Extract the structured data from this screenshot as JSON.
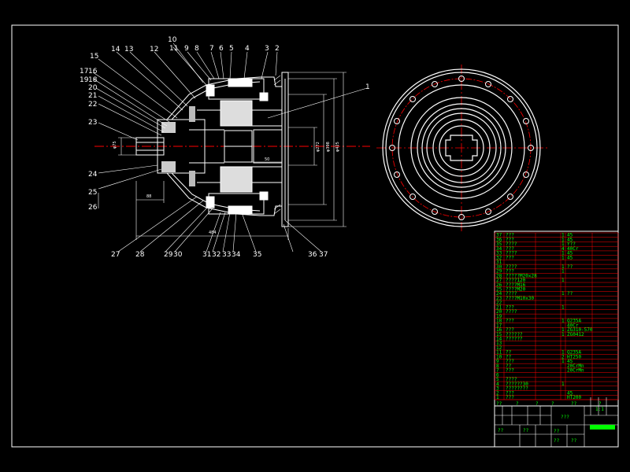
{
  "callouts": [
    "1",
    "2",
    "3",
    "4",
    "5",
    "6",
    "7",
    "8",
    "9",
    "10",
    "11",
    "12",
    "13",
    "14",
    "15",
    "16",
    "17",
    "18",
    "19",
    "20",
    "21",
    "22",
    "23",
    "24",
    "25",
    "26",
    "27",
    "28",
    "29",
    "30",
    "31",
    "32",
    "33",
    "34",
    "35",
    "36",
    "37"
  ],
  "dims": {
    "d1": "φ75",
    "d2": "φ272",
    "d3": "φ398",
    "d4": "φ425",
    "len_total": "484",
    "len_short": "88",
    "len_mid": "50"
  },
  "bom_rows": [
    {
      "no": "37",
      "name": "???",
      "qty": "1",
      "mat": "45"
    },
    {
      "no": "36",
      "name": "???",
      "qty": "1",
      "mat": "45"
    },
    {
      "no": "35",
      "name": "????",
      "qty": "1",
      "mat": "Y??"
    },
    {
      "no": "34",
      "name": "???",
      "qty": "4",
      "mat": "40Cr"
    },
    {
      "no": "33",
      "name": "????",
      "qty": "1",
      "mat": "45"
    },
    {
      "no": "32",
      "name": "???",
      "qty": "1",
      "mat": "45"
    },
    {
      "no": "31",
      "name": "",
      "qty": "",
      "mat": ""
    },
    {
      "no": "30",
      "name": "????",
      "qty": "1",
      "mat": "??"
    },
    {
      "no": "29",
      "name": "???",
      "qty": "1",
      "mat": ""
    },
    {
      "no": "28",
      "name": "?????M20x28",
      "qty": "",
      "mat": ""
    },
    {
      "no": "27",
      "name": "????120",
      "qty": "1",
      "mat": ""
    },
    {
      "no": "26",
      "name": "????M16",
      "qty": "",
      "mat": ""
    },
    {
      "no": "25",
      "name": "????M20",
      "qty": "",
      "mat": ""
    },
    {
      "no": "24",
      "name": "????",
      "qty": "1",
      "mat": "??"
    },
    {
      "no": "23",
      "name": "????M10x30",
      "qty": "",
      "mat": ""
    },
    {
      "no": "22",
      "name": "",
      "qty": "",
      "mat": ""
    },
    {
      "no": "21",
      "name": "???",
      "qty": "1",
      "mat": ""
    },
    {
      "no": "20",
      "name": "????",
      "qty": "",
      "mat": ""
    },
    {
      "no": "19",
      "name": "",
      "qty": "",
      "mat": ""
    },
    {
      "no": "18",
      "name": "???",
      "qty": "1",
      "mat": "Q235A"
    },
    {
      "no": "17",
      "name": "",
      "qty": "",
      "mat": "40Cr"
    },
    {
      "no": "16",
      "name": "???",
      "qty": "1",
      "mat": "ZG310-570"
    },
    {
      "no": "15",
      "name": "??????",
      "qty": "1",
      "mat": "ZG0412"
    },
    {
      "no": "14",
      "name": "??????",
      "qty": "",
      "mat": ""
    },
    {
      "no": "13",
      "name": "",
      "qty": "",
      "mat": ""
    },
    {
      "no": "12",
      "name": "",
      "qty": "",
      "mat": ""
    },
    {
      "no": "11",
      "name": "??",
      "qty": "1",
      "mat": "Q235A"
    },
    {
      "no": "10",
      "name": "??",
      "qty": "2",
      "mat": "HT250"
    },
    {
      "no": "9",
      "name": "???",
      "qty": "1",
      "mat": "45"
    },
    {
      "no": "8",
      "name": "??",
      "qty": "",
      "mat": "20CrMn"
    },
    {
      "no": "7",
      "name": "???",
      "qty": "",
      "mat": "20CrMn"
    },
    {
      "no": "6",
      "name": "",
      "qty": "",
      "mat": ""
    },
    {
      "no": "5",
      "name": "????",
      "qty": "",
      "mat": ""
    },
    {
      "no": "4",
      "name": "??????30",
      "qty": "1",
      "mat": ""
    },
    {
      "no": "3",
      "name": "????????",
      "qty": "",
      "mat": ""
    },
    {
      "no": "2",
      "name": "???",
      "qty": "",
      "mat": "45"
    },
    {
      "no": "1",
      "name": "???",
      "qty": "",
      "mat": "HT200"
    }
  ],
  "bom_header": [
    "??",
    "?",
    "?",
    "?",
    "??",
    "?"
  ],
  "title_block": {
    "drawing_title": "???",
    "scale_label": "1:1",
    "sheet_label": "??",
    "school_label": "??",
    "sig_label": "??",
    "date_label": "??",
    "design": "??"
  },
  "colors": {
    "line": "#ffffff",
    "center": "#ff0000",
    "table_line": "#ff0000",
    "table_text": "#00ff00",
    "background": "#000000"
  }
}
